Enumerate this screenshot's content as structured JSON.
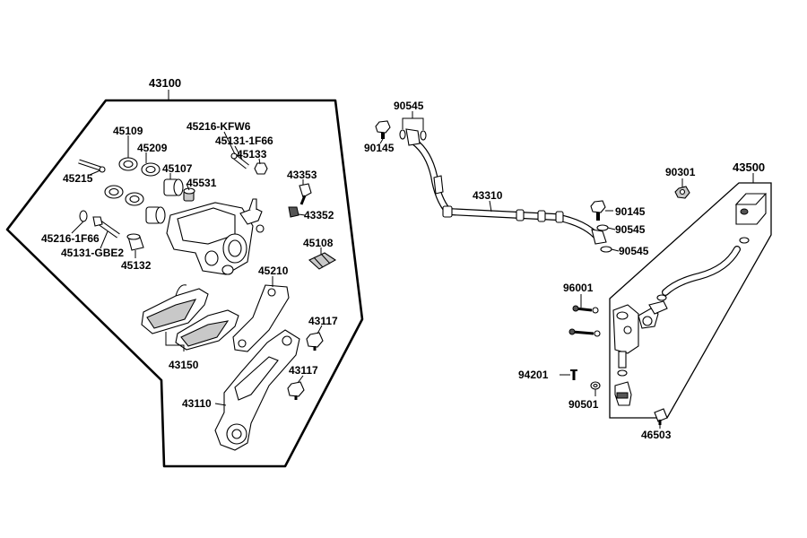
{
  "diagram": {
    "labels": {
      "l43100": "43100",
      "l45109": "45109",
      "l45209": "45209",
      "l45215": "45215",
      "l45107": "45107",
      "l45216_kfw6": "45216-KFW6",
      "l45131_1f66": "45131-1F66",
      "l45133": "45133",
      "l45531": "45531",
      "l43353": "43353",
      "l43352": "43352",
      "l45216_1f66": "45216-1F66",
      "l45131_gbe2": "45131-GBE2",
      "l45132": "45132",
      "l45108": "45108",
      "l45210": "45210",
      "l43117_a": "43117",
      "l43117_b": "43117",
      "l43150": "43150",
      "l43110": "43110",
      "l90545_top": "90545",
      "l90145_top": "90145",
      "l43310": "43310",
      "l90145_right": "90145",
      "l90545_mid": "90545",
      "l90545_low": "90545",
      "l90301": "90301",
      "l43500": "43500",
      "l96001": "96001",
      "l94201": "94201",
      "l90501": "90501",
      "l46503": "46503"
    }
  }
}
